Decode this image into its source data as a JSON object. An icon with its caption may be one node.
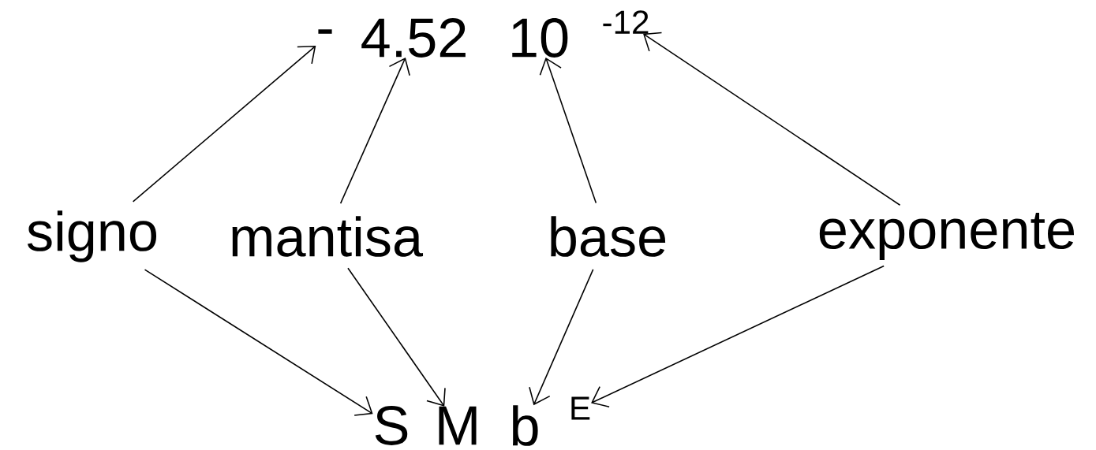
{
  "diagram": {
    "nodes": [
      {
        "text": [
          "-"
        ]
      },
      {
        "text": [
          "4.52"
        ]
      },
      {
        "text": [
          "10"
        ]
      },
      {
        "text": [
          "-12"
        ]
      },
      {
        "text": [
          "signo"
        ]
      },
      {
        "text": [
          "mantisa"
        ]
      },
      {
        "text": [
          "base"
        ]
      },
      {
        "text": [
          "exponente"
        ]
      },
      {
        "text": [
          "S"
        ]
      },
      {
        "text": [
          "M"
        ]
      },
      {
        "text": [
          "b"
        ]
      },
      {
        "text": [
          "E"
        ]
      }
    ],
    "edges": [
      {
        "from": 4,
        "to": 0,
        "arrow": "to"
      },
      {
        "from": 5,
        "to": 1,
        "arrow": "to"
      },
      {
        "from": 6,
        "to": 2,
        "arrow": "to"
      },
      {
        "from": 7,
        "to": 3,
        "arrow": "to"
      },
      {
        "from": 4,
        "to": 8,
        "arrow": "to"
      },
      {
        "from": 5,
        "to": 9,
        "arrow": "to"
      },
      {
        "from": 6,
        "to": 10,
        "arrow": "to"
      },
      {
        "from": 7,
        "to": 11,
        "arrow": "to"
      }
    ]
  }
}
